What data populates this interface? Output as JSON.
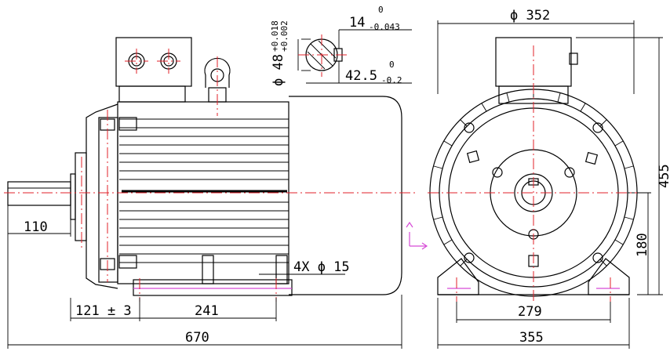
{
  "drawing": {
    "colors": {
      "line": "#000000",
      "centerline": "#e0202a",
      "axis_marker": "#d64bd6"
    },
    "side_view": {
      "dim_length": "670",
      "dim_shaft_length": "110",
      "dim_shaft_to_foot": "121 ± 3",
      "dim_foot_spacing": "241",
      "dim_foot_holes": "4X ϕ 15",
      "shaft_diameter": "ϕ 48",
      "shaft_diameter_tol_upper": "+0.018",
      "shaft_diameter_tol_lower": "+0.002",
      "key_width": "14",
      "key_width_tol_upper": "0",
      "key_width_tol_lower": "-0.043",
      "key_depth": "42.5",
      "key_depth_tol_upper": "0",
      "key_depth_tol_lower": "-0.2"
    },
    "end_view": {
      "dim_flange_dia": "ϕ 352",
      "dim_overall_height": "455",
      "dim_center_height": "180",
      "dim_foot_width": "279",
      "dim_base_width": "355"
    }
  }
}
